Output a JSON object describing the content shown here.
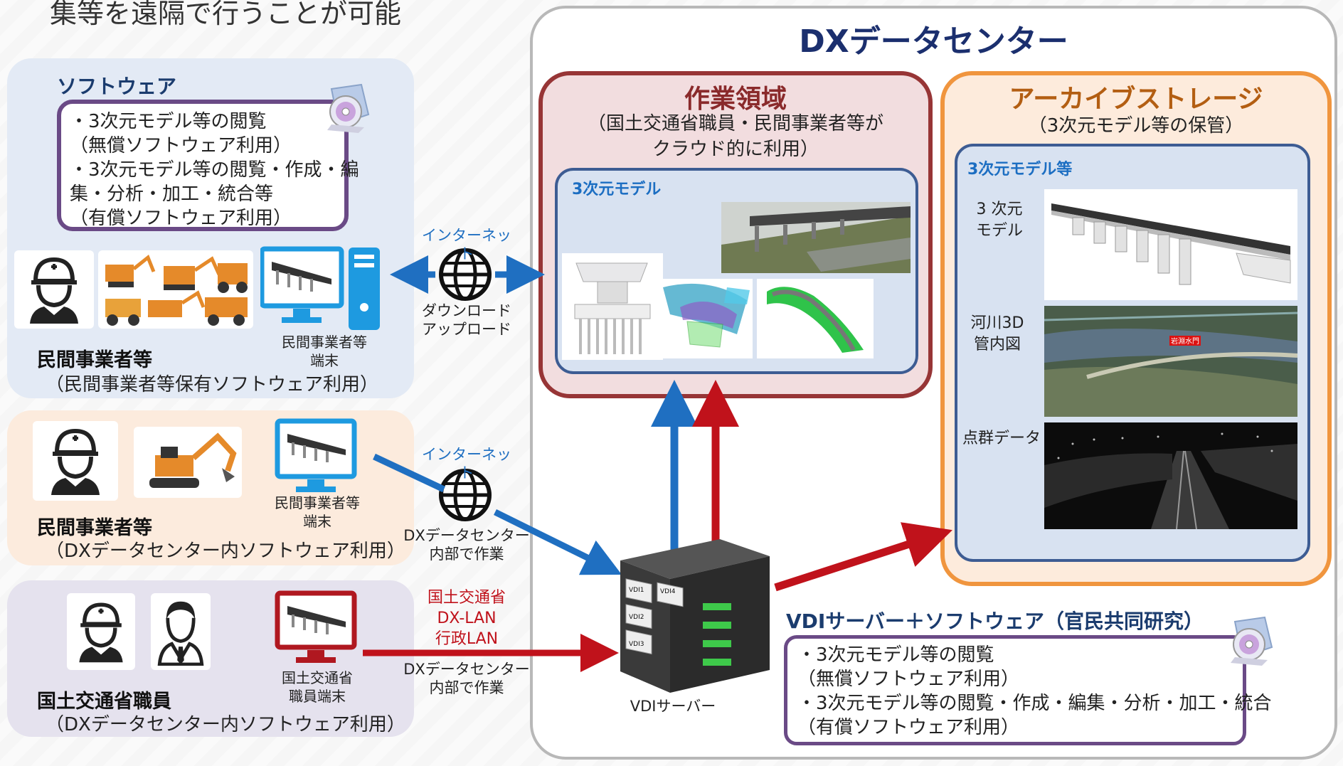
{
  "top_text": "集等を遠隔で行うことが可能",
  "software": {
    "title": "ソフトウェア",
    "lines": [
      "・3次元モデル等の閲覧",
      "（無償ソフトウェア利用）",
      "・3次元モデル等の閲覧・作成・編",
      "集・分析・加工・統合等",
      "（有償ソフトウェア利用）"
    ]
  },
  "group1": {
    "terminal_label_1": "民間事業者等",
    "terminal_label_2": "端末",
    "name": "民間事業者等",
    "sub": "（民間事業者等保有ソフトウェア利用）"
  },
  "group2": {
    "terminal_label_1": "民間事業者等",
    "terminal_label_2": "端末",
    "name": "民間事業者等",
    "sub": "（DXデータセンター内ソフトウェア利用）"
  },
  "group3": {
    "terminal_label_1": "国土交通省",
    "terminal_label_2": "職員端末",
    "name": "国土交通省職員",
    "sub": "（DXデータセンター内ソフトウェア利用）"
  },
  "conn1": {
    "top": "インターネット",
    "bottom1": "ダウンロード",
    "bottom2": "アップロード"
  },
  "conn2": {
    "top": "インターネット",
    "bottom1": "DXデータセンター",
    "bottom2": "内部で作業"
  },
  "conn3": {
    "top1": "国土交通省",
    "top2": "DX-LAN",
    "top3": "行政LAN",
    "bottom1": "DXデータセンター",
    "bottom2": "内部で作業"
  },
  "datacenter": {
    "title": "DXデータセンター"
  },
  "work": {
    "title": "作業領域",
    "sub1": "（国土交通省職員・民間事業者等が",
    "sub2": "クラウド的に利用）",
    "inner_title": "3次元モデル"
  },
  "archive": {
    "title": "アーカイブストレージ",
    "sub": "（3次元モデル等の保管）",
    "inner_title": "3次元モデル等",
    "item1_1": "3 次元",
    "item1_2": "モデル",
    "item2_1": "河川3D",
    "item2_2": "管内図",
    "item3": "点群データ",
    "map_tag": "岩淵水門"
  },
  "server": {
    "label": "VDIサーバー",
    "units": [
      "VDI1",
      "VDI4",
      "VDI2",
      "VDI3"
    ]
  },
  "vdi": {
    "title": "VDIサーバー＋ソフトウェア（官民共同研究）",
    "lines": [
      "・3次元モデル等の閲覧",
      "（無償ソフトウェア利用）",
      "・3次元モデル等の閲覧・作成・編集・分析・加工・統合",
      "（有償ソフトウェア利用）"
    ]
  },
  "colors": {
    "blue": "#1f6fc1",
    "red": "#c0121b",
    "purple": "#6a4a86",
    "orange": "#f0953e"
  }
}
